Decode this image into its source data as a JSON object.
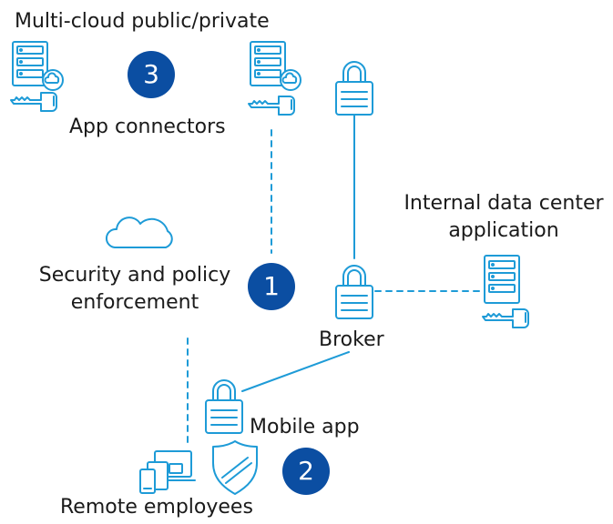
{
  "labels": {
    "multi_cloud": "Multi-cloud public/private",
    "app_connectors": "App connectors",
    "internal_dc": "Internal data center",
    "internal_dc_2": "application",
    "security_policy": "Security and policy",
    "security_policy_2": "enforcement",
    "broker": "Broker",
    "mobile_app": "Mobile app",
    "remote_employees": "Remote employees"
  },
  "badges": {
    "one": "1",
    "two": "2",
    "three": "3"
  },
  "colors": {
    "icon_stroke": "#1e9bd7",
    "badge_fill": "#0b4ea2",
    "text": "#1a1a1a"
  },
  "icons": [
    "server-cloud-icon",
    "key-icon",
    "padlock-icon",
    "cloud-icon",
    "server-icon",
    "shield-icon",
    "devices-icon"
  ]
}
